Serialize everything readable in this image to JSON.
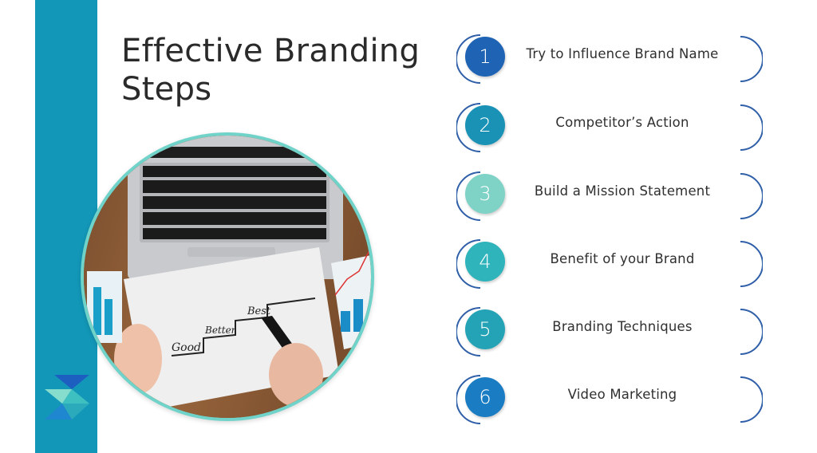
{
  "slide": {
    "title_line1": "Effective Branding",
    "title_line2": "Steps",
    "accent_bar_color": "#1397b8",
    "photo_border_color": "#6fd3c9",
    "arc_color": "#2f5fa8"
  },
  "photo": {
    "handwriting": [
      "Good",
      "Better",
      "Best"
    ]
  },
  "logo": {
    "icon": "hexagon-steps-logo-icon"
  },
  "steps": [
    {
      "number": "1",
      "label": "Try to Influence Brand Name",
      "color": "#1f63b5"
    },
    {
      "number": "2",
      "label": "Competitor’s Action",
      "color": "#1a92b6"
    },
    {
      "number": "3",
      "label": "Build a Mission Statement",
      "color": "#7fd2c6"
    },
    {
      "number": "4",
      "label": "Benefit of your Brand",
      "color": "#2fb4bc"
    },
    {
      "number": "5",
      "label": "Branding Techniques",
      "color": "#25a3b6"
    },
    {
      "number": "6",
      "label": "Video Marketing",
      "color": "#1a7cc2"
    }
  ]
}
